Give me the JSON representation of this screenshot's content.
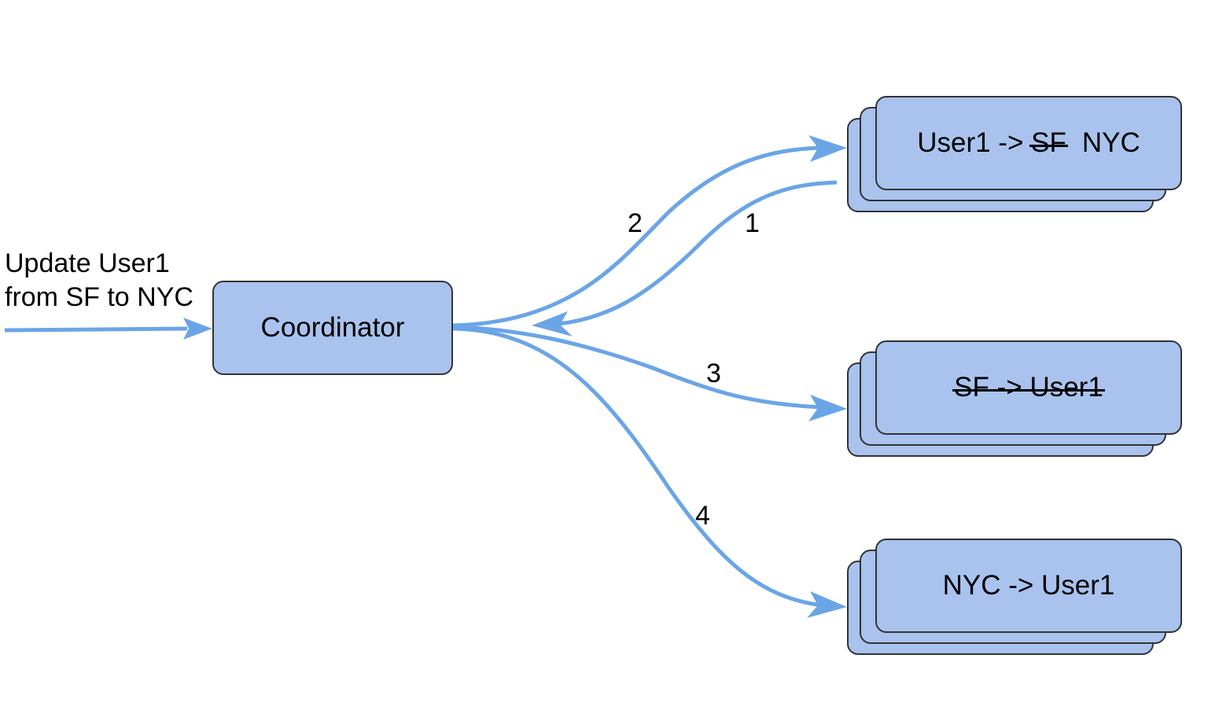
{
  "input": {
    "line1": "Update User1",
    "line2": "from SF to NYC"
  },
  "coordinator": {
    "label": "Coordinator"
  },
  "replicas": {
    "top": {
      "prefix": "User1 -> ",
      "struck": "SF",
      "suffix": "NYC"
    },
    "middle": {
      "struck": "SF -> User1"
    },
    "bottom": {
      "label": "NYC -> User1"
    }
  },
  "steps": {
    "one": "1",
    "two": "2",
    "three": "3",
    "four": "4"
  },
  "colors": {
    "arrow": "#6aa5e6",
    "node_fill": "#a9c3ee",
    "node_border": "#333333"
  }
}
